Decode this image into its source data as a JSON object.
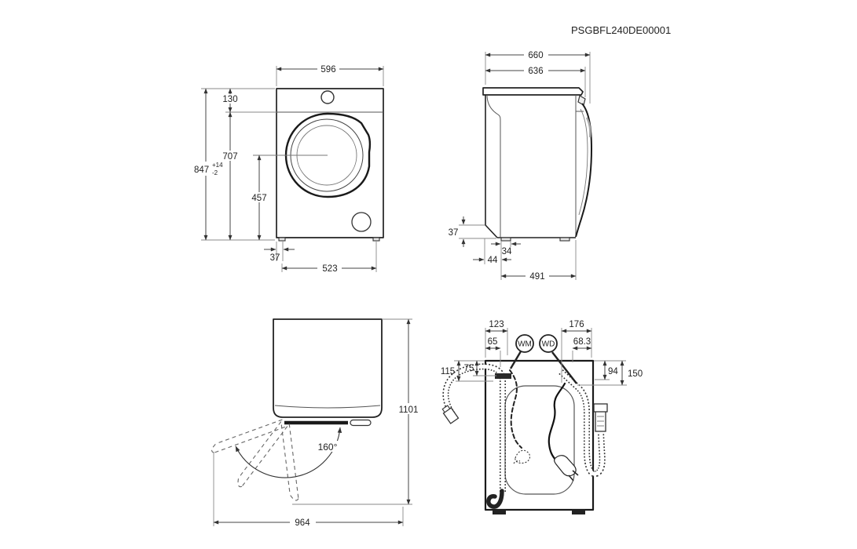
{
  "document": {
    "code": "PSGBFL240DE00001"
  },
  "colors": {
    "outline": "#1a1a1a",
    "dimension": "#444444",
    "extension": "#8a8a8a",
    "label": "#222222",
    "background": "#ffffff"
  },
  "front_view": {
    "width": "596",
    "top_to_panel": "130",
    "height": "847",
    "height_tol_plus": "+14",
    "height_tol_minus": "-2",
    "panel_to_floor": "707",
    "door_center_to_floor": "457",
    "foot_inset": "37",
    "foot_spacing": "523"
  },
  "side_view": {
    "depth_total": "660",
    "depth_body": "636",
    "base_height": "37",
    "foot_width": "34",
    "foot_to_back": "44",
    "foot_spacing": "491"
  },
  "top_view": {
    "door_angle": "160°",
    "depth_door_open": "1101",
    "width_door_open": "964"
  },
  "back_view": {
    "wm_label": "WM",
    "wd_label": "WD",
    "wm_cord_from_left": "123",
    "drain_from_left": "65",
    "wd_cord_from_right": "176",
    "inlet_from_right": "68.3",
    "drain_drop_a": "115",
    "drain_drop_b": "75",
    "wd_drop": "94",
    "inlet_drop": "150"
  }
}
